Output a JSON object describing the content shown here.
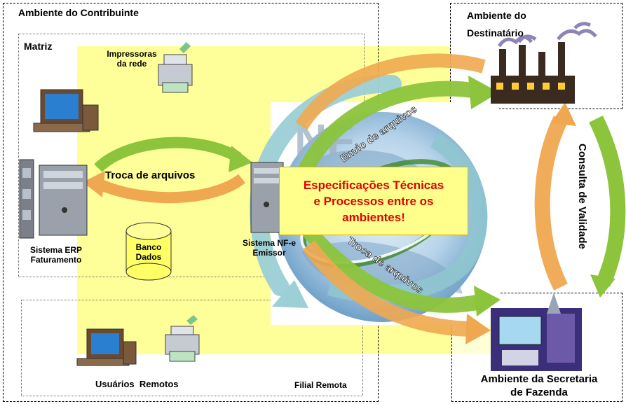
{
  "colors": {
    "yellow_band": "#ffff99",
    "green_arrow": "#8cc43c",
    "orange_arrow": "#f0a850",
    "teal_arrow": "#9ccfd6",
    "highlight_text": "#e00000"
  },
  "contribuinte": {
    "title": "Ambiente do Contribuinte",
    "matriz_title": "Matriz",
    "printers_label_1": "Impressoras",
    "printers_label_2": "da rede",
    "erp_label_1": "Sistema ERP",
    "erp_label_2": "Faturamento",
    "db_label_1": "Banco",
    "db_label_2": "Dados",
    "nfe_label_1": "Sistema NF-e",
    "nfe_label_2": "Emissor",
    "exchange_label": "Troca de arquivos",
    "remote_users_label": "Usuários",
    "remote_label": "Remotos",
    "filial_title": "Filial Remota"
  },
  "destinatario": {
    "title_1": "Ambiente do",
    "title_2": "Destinatário"
  },
  "fazenda": {
    "title_1": "Ambiente da Secretaria",
    "title_2": "de Fazenda"
  },
  "flows": {
    "envio": "Envio de arquivos",
    "troca": "Troca de arquivos",
    "consulta": "Consulta de Validade"
  },
  "center": {
    "line_1": "Especificações Técnicas",
    "line_2": "e Processos entre os",
    "line_3": "ambientes!"
  }
}
